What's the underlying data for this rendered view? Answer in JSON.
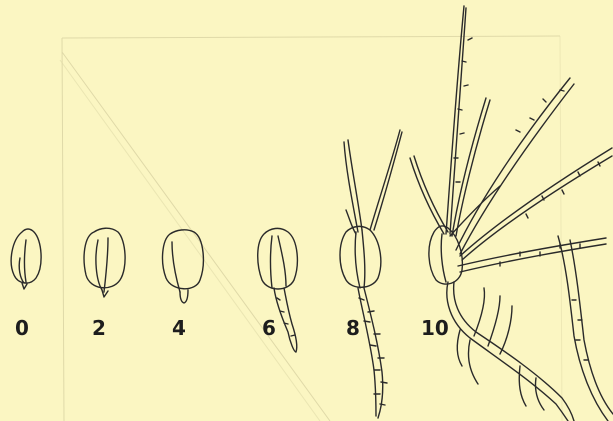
{
  "figure": {
    "stage_labels": [
      "0",
      "2",
      "4",
      "6",
      "8",
      "10"
    ]
  },
  "colors": {
    "paper": "#fbf6c2",
    "ink": "#2a2a2a",
    "grid": "#d9d3a2"
  }
}
